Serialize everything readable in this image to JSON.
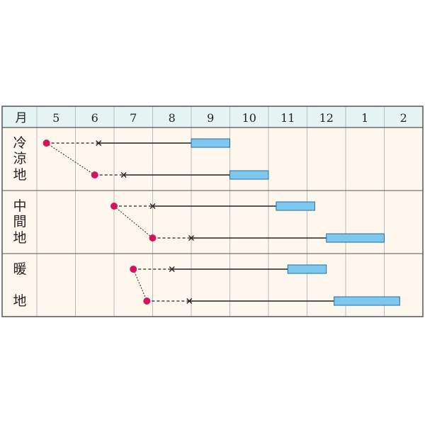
{
  "calendar": {
    "header_label": "月",
    "months": [
      "5",
      "6",
      "7",
      "8",
      "9",
      "10",
      "11",
      "12",
      "1",
      "2"
    ],
    "regions": [
      {
        "chars": [
          "冷",
          "涼",
          "地"
        ],
        "rows": [
          {
            "sow": 5.25,
            "plant": 6.6,
            "harvest_start": 9.0,
            "harvest_end": 10.0
          },
          {
            "sow": 6.5,
            "plant": 7.25,
            "harvest_start": 10.0,
            "harvest_end": 11.0
          }
        ]
      },
      {
        "chars": [
          "中",
          "間",
          "地"
        ],
        "rows": [
          {
            "sow": 7.0,
            "plant": 8.0,
            "harvest_start": 11.2,
            "harvest_end": 12.2
          },
          {
            "sow": 8.0,
            "plant": 9.0,
            "harvest_start": 12.5,
            "harvest_end": 14.0
          }
        ]
      },
      {
        "chars": [
          "暖",
          "",
          "地"
        ],
        "rows": [
          {
            "sow": 7.5,
            "plant": 8.5,
            "harvest_start": 11.5,
            "harvest_end": 12.5
          },
          {
            "sow": 7.85,
            "plant": 8.95,
            "harvest_start": 12.7,
            "harvest_end": 14.4
          }
        ]
      }
    ],
    "colors": {
      "header_bg": "#e6f3f3",
      "body_bg": "#fdf7ee",
      "grid": "#bbbbbb",
      "outer_border": "#555555",
      "sow_dot": "#d4145a",
      "line": "#222222",
      "harvest_fill": "#7ec8ef",
      "harvest_stroke": "#2a6f97"
    }
  }
}
